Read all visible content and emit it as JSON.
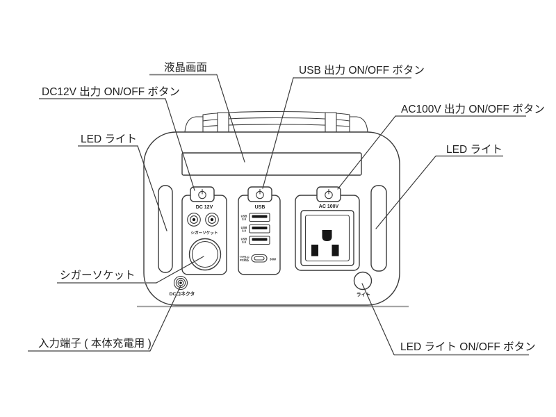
{
  "diagram": {
    "type": "portable-power-station-front-panel-diagram",
    "callouts": {
      "lcd": "液晶画面",
      "usb_button": "USB 出力 ON/OFF ボタン",
      "dc12v_button": "DC12V 出力 ON/OFF ボタン",
      "ac100v_button": "AC100V 出力 ON/OFF ボタン",
      "led_left": "LED ライト",
      "led_right": "LED ライト",
      "cigar_socket": "シガーソケット",
      "input_terminal": "入力端子 ( 本体充電用 )",
      "led_button": "LED ライト ON/OFF ボタン"
    },
    "device": {
      "dc_panel_label": "DC 12V",
      "cigar_socket_label": "シガーソケット",
      "dc_connector_label": "DCコネクタ",
      "usb_panel_label": "USB",
      "usb_port_label": {
        "line1": "USB",
        "line2": "3.0"
      },
      "typec_label": {
        "line1": "TYPE-C",
        "line2": "PD対応"
      },
      "typec_watt": "30W",
      "ac_panel_label": "AC 100V",
      "light_button_label": "ライト"
    },
    "colors": {
      "background": "#ffffff",
      "line": "#3a3a3a",
      "leader_line": "#333333",
      "underline": "#777777",
      "base_line": "#a6a6a6",
      "prong_fill": "#161616"
    }
  }
}
